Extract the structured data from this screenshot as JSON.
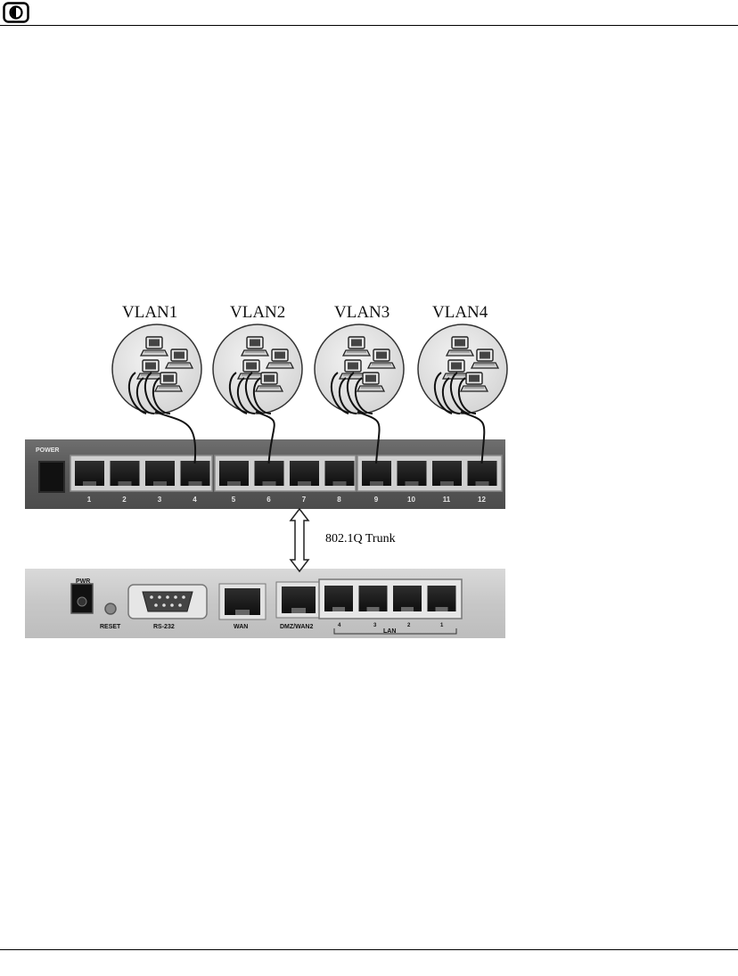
{
  "diagram": {
    "vlans": [
      {
        "label": "VLAN1"
      },
      {
        "label": "VLAN2"
      },
      {
        "label": "VLAN3"
      },
      {
        "label": "VLAN4"
      }
    ],
    "switch": {
      "power_label": "POWER",
      "port_numbers": [
        "1",
        "2",
        "3",
        "4",
        "5",
        "6",
        "7",
        "8",
        "9",
        "10",
        "11",
        "12"
      ]
    },
    "trunk_label": "802.1Q Trunk",
    "router": {
      "pwr_label": "PWR",
      "reset_label": "RESET",
      "serial_label": "RS-232",
      "wan_label": "WAN",
      "dmz_label": "DMZ/WAN2",
      "lan_label": "LAN",
      "lan_port_numbers": [
        "4",
        "3",
        "2",
        "1"
      ]
    }
  },
  "icons": {
    "logo": "logo-icon",
    "computer": "computer-icon",
    "trunk_arrow": "double-arrow-icon"
  }
}
